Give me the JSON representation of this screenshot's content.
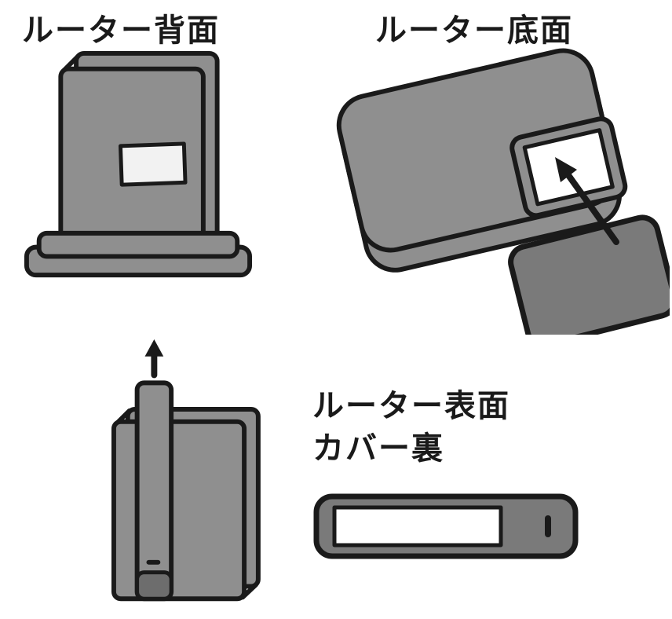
{
  "labels": {
    "back": "ルーター背面",
    "bottom": "ルーター底面",
    "front_line1": "ルーター表面",
    "front_line2": "カバー裏"
  },
  "icons": {
    "up_arrow_icon": "↑",
    "insert_arrow_icon": "↖"
  },
  "palette": {
    "bg": "#ffffff",
    "ink": "#1a1a1a",
    "gray": "#8f8f8f",
    "gray_mid": "#7a7a7a",
    "gray_dark": "#6d6d6d",
    "paper": "#ffffff",
    "label_paper": "#f2f2f2"
  }
}
